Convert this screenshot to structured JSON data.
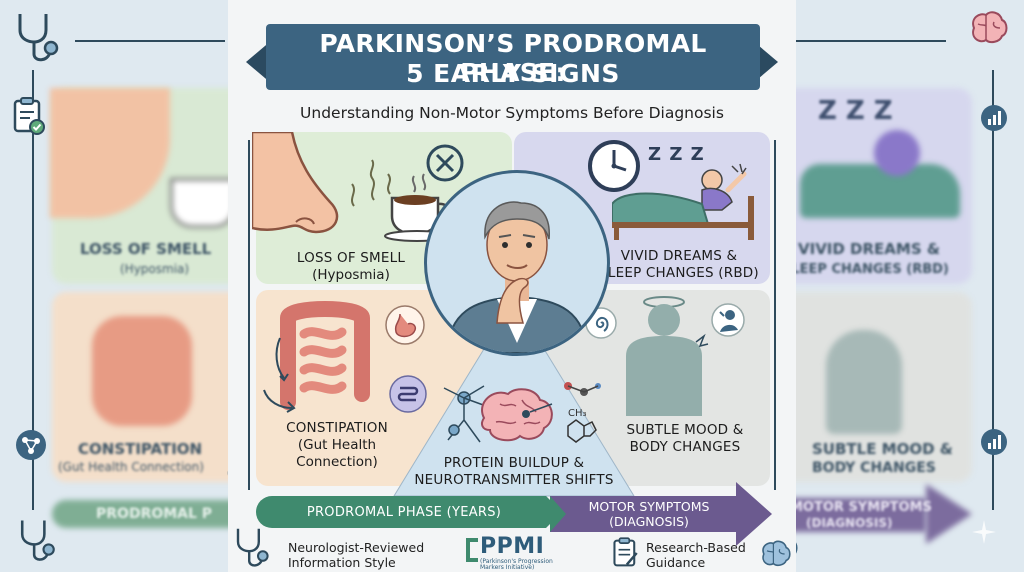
{
  "title": {
    "line1": "PARKINSON’S PRODROMAL PHASE:",
    "line2": "5 EARLY SIGNS"
  },
  "subtitle": "Understanding Non-Motor Symptoms Before Diagnosis",
  "signs": {
    "smell": {
      "title": "LOSS OF SMELL",
      "sub": "(Hyposmia)"
    },
    "dreams": {
      "title1": "VIVID DREAMS &",
      "title2": "SLEEP CHANGES (RBD)"
    },
    "constipation": {
      "title": "CONSTIPATION",
      "sub1": "(Gut Health",
      "sub2": "Connection)"
    },
    "mood": {
      "title1": "SUBTLE MOOD &",
      "title2": "BODY CHANGES"
    },
    "protein": {
      "title1": "PROTEIN BUILDUP &",
      "title2": "NEUROTRANSMITTER SHIFTS"
    }
  },
  "molecule": {
    "label": "CH₃"
  },
  "sleep": {
    "zzz": "Z Z Z"
  },
  "timeline": {
    "left": "PRODROMAL PHASE (YEARS)",
    "right1": "MOTOR SYMPTOMS",
    "right2": "(DIAGNOSIS)"
  },
  "footer": {
    "left1": "Neurologist-Reviewed",
    "left2": "Information Style",
    "logo": "PPMI",
    "logo_sub1": "(Parkinson's Progression",
    "logo_sub2": "Markers Initiative)",
    "right1": "Research-Based",
    "right2": "Guidance"
  },
  "background": {
    "left_smell": "LOSS OF SMELL",
    "left_smell_sub": "(Hyposmia)",
    "left_constipation": "CONSTIPATION",
    "left_constipation_sub": "(Gut Health Connection)",
    "left_bar": "PRODROMAL P",
    "right_dreams1": "VIVID DREAMS &",
    "right_dreams2": "SLEEP CHANGES (RBD)",
    "right_mood1": "SUBTLE MOOD &",
    "right_mood2": "BODY CHANGES",
    "right_bar1": "MOTOR SYMPTOMS",
    "right_bar2": "(DIAGNOSIS)",
    "right_zzz": "Z Z Z"
  },
  "colors": {
    "banner": "#3c6481",
    "smell_card": "#deedd7",
    "dreams_card": "#d7d8ee",
    "constipation_card": "#f7e4cf",
    "mood_card": "#e3e5e3",
    "center_bg": "#cfe2ef",
    "prodromal_bar": "#3f8a6e",
    "motor_bar": "#6b5a8f"
  }
}
